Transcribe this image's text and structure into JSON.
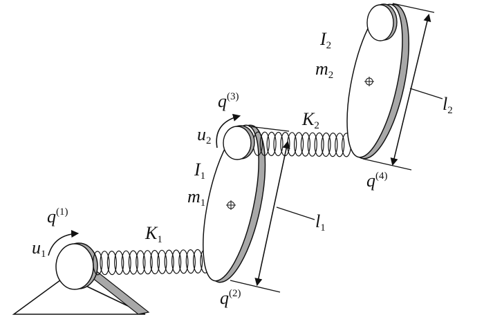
{
  "labels": {
    "q1": {
      "base": "q",
      "sup": "(1)"
    },
    "q2": {
      "base": "q",
      "sup": "(2)"
    },
    "q3": {
      "base": "q",
      "sup": "(3)"
    },
    "q4": {
      "base": "q",
      "sup": "(4)"
    },
    "u1": {
      "base": "u",
      "sub": "1"
    },
    "u2": {
      "base": "u",
      "sub": "2"
    },
    "k1": {
      "base": "K",
      "sub": "1"
    },
    "k2": {
      "base": "K",
      "sub": "2"
    },
    "i1": {
      "base": "I",
      "sub": "1"
    },
    "i2": {
      "base": "I",
      "sub": "2"
    },
    "m1": {
      "base": "m",
      "sub": "1"
    },
    "m2": {
      "base": "m",
      "sub": "2"
    },
    "l1": {
      "base": "l",
      "sub": "1"
    },
    "l2": {
      "base": "l",
      "sub": "2"
    }
  },
  "colors": {
    "stroke": "#111111",
    "rim": "#a8a8a8",
    "face": "#ffffff"
  }
}
